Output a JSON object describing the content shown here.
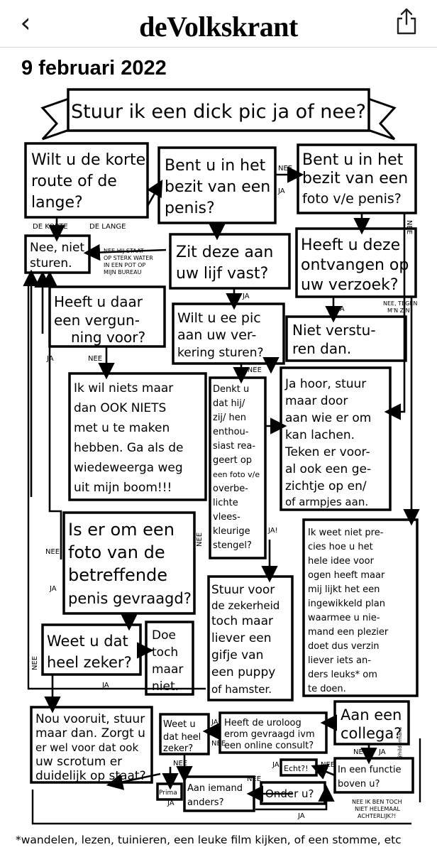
{
  "header": {
    "back_icon": "chevron-left-icon",
    "logo": "deVolkskrant",
    "share_icon": "share-icon"
  },
  "article": {
    "date": "9 februari 2022"
  },
  "flowchart": {
    "title": "Stuur ik een dick pic ja of nee?",
    "q1": [
      "Wilt u de korte",
      "route of de",
      "lange?"
    ],
    "q2": [
      "Bent u in het",
      "bezit van een",
      "penis?"
    ],
    "q3": [
      "Bent u in het",
      "bezit van een",
      "foto v/e penis?"
    ],
    "l_de_korte": "DE KORTE",
    "l_de_lange": "DE LANGE",
    "nee_niet": [
      "Nee, niet",
      "sturen."
    ],
    "nee_sterk": [
      "NEE HIJ STAAT",
      "OP STERK WATER",
      "IN EEN POT OP",
      "MIJN BUREAU"
    ],
    "q_lijf": [
      "Zit deze aan",
      "uw lijf vast?"
    ],
    "q_ontvangen": [
      "Heeft u deze",
      "ontvangen op",
      "uw verzoek?"
    ],
    "nee_tegen": [
      "NEE, TEGEN",
      "M'N ZIN"
    ],
    "q_vergunning": [
      "Heeft u daar",
      "een vergun-",
      "ning voor?"
    ],
    "q_verkering": [
      "Wilt u ee pic",
      "aan uw ver-",
      "kering sturen?"
    ],
    "niet_versturen": [
      "Niet verstu-",
      "ren dan."
    ],
    "niets": [
      "Ik wil niets maar",
      "dan OOK NIETS",
      "met u te maken",
      "hebben. Ga als de",
      "wiedeweerga weg",
      "uit mijn boom!!!"
    ],
    "denkt": [
      "Denkt u",
      "dat hij/",
      "zij/ hen",
      "enthou-",
      "siast rea-",
      "geert op",
      "een foto v/e",
      "overbe-",
      "lichte",
      "vlees-",
      "kleurige",
      "stengel?"
    ],
    "ja_hoor": [
      "Ja hoor, stuur",
      "maar door",
      "aan wie er om",
      "kan lachen.",
      "Teken er voor-",
      "al ook een ge-",
      "zichtje op en/",
      "of armpjes aan."
    ],
    "gevraagd": [
      "Is er om een",
      "foto van de",
      "betreffende",
      "penis gevraagd?"
    ],
    "hamster": [
      "Stuur voor",
      "de zekerheid",
      "toch maar",
      "liever een",
      "gifje van",
      "een puppy",
      "of hamster."
    ],
    "weet_niet": [
      "Ik weet niet pre-",
      "cies hoe u het",
      "hele idee voor",
      "ogen heeft maar",
      "mij lijkt het een",
      "ingewikkeld plan",
      "waarmee u nie-",
      "mand een plezier",
      "doet dus verzin",
      "liever iets an-",
      "ders leuks* om",
      "te doen."
    ],
    "weet_zeker": [
      "Weet u dat",
      "heel zeker?"
    ],
    "doe_niet": [
      "Doe",
      "toch",
      "maar",
      "niet."
    ],
    "collega": [
      "Aan een",
      "collega?"
    ],
    "vooruit": [
      "Nou vooruit, stuur",
      "maar dan. Zorgt u",
      "er wel voor dat ook",
      "uw scrotum er",
      "duidelijk op staat?"
    ],
    "weet_zeker2": [
      "Weet u",
      "dat heel",
      "zeker?"
    ],
    "uroloog": [
      "Heeft de uroloog",
      "erom gevraagd ivm",
      "een online consult?"
    ],
    "functie": [
      "In een functie",
      "boven u?"
    ],
    "iemand": [
      "Aan iemand",
      "anders?"
    ],
    "onder": "Onder u?",
    "echt": "Echt?!",
    "prima": "Prima",
    "nee_achterlijk": [
      "NEE IK BEN TOCH",
      "NIET HELEMAAL",
      "ACHTERLIJK?!"
    ],
    "signature": "@hildermans",
    "footnote": "*wandelen, lezen, tuinieren, een leuke film kijken, of een stomme, etc",
    "ja": "JA",
    "nee": "NEE",
    "ja_nee": "JA NEE",
    "ja_excl": "JA!"
  }
}
